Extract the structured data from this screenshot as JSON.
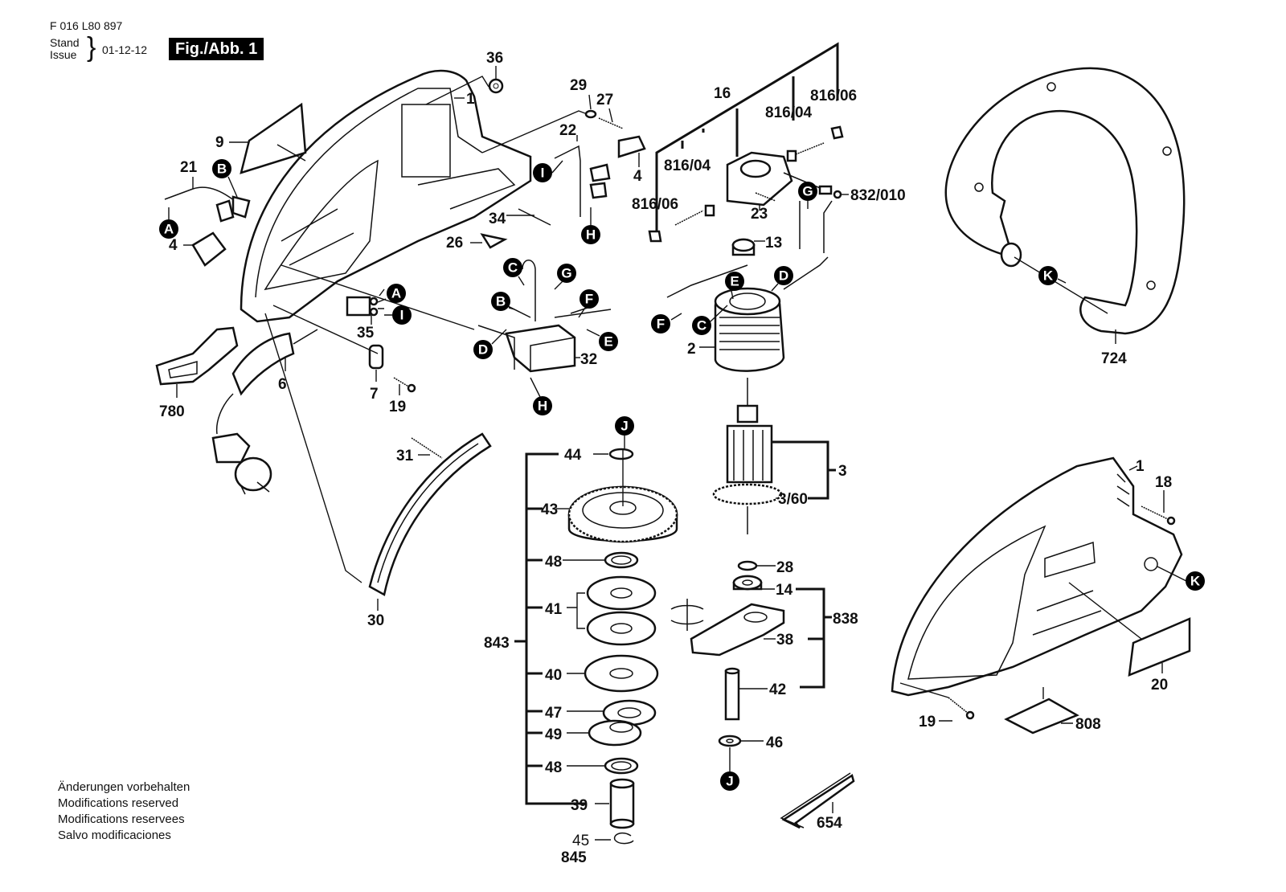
{
  "header": {
    "doc_code": "F 016 L80 897",
    "stand_label": "Stand",
    "issue_label": "Issue",
    "date": "01-12-12",
    "figure_label": "Fig./Abb. 1"
  },
  "notes": [
    "Änderungen vorbehalten",
    "Modifications reserved",
    "Modifications reservees",
    "Salvo modificaciones"
  ],
  "part_labels": {
    "p1a": "1",
    "p1b": "1",
    "p2": "2",
    "p3": "3",
    "p3_60": "3/60",
    "p4a": "4",
    "p4b": "4",
    "p6": "6",
    "p7": "7",
    "p9": "9",
    "p13": "13",
    "p14": "14",
    "p16": "16",
    "p18": "18",
    "p19a": "19",
    "p19b": "19",
    "p20": "20",
    "p21": "21",
    "p22": "22",
    "p23": "23",
    "p26": "26",
    "p27": "27",
    "p28": "28",
    "p29": "29",
    "p30": "30",
    "p31": "31",
    "p32": "32",
    "p34": "34",
    "p35": "35",
    "p36": "36",
    "p38": "38",
    "p39": "39",
    "p40": "40",
    "p41": "41",
    "p42": "42",
    "p43": "43",
    "p44": "44",
    "p45": "45",
    "p46": "46",
    "p47": "47",
    "p48a": "48",
    "p48b": "48",
    "p49": "49",
    "p654": "654",
    "p724": "724",
    "p780": "780",
    "p808": "808",
    "p816_04a": "816/04",
    "p816_04b": "816/04",
    "p816_06a": "816/06",
    "p816_06b": "816/06",
    "p832_010": "832/010",
    "p838": "838",
    "p843": "843",
    "p845": "845"
  },
  "connector_refs": {
    "A1": "A",
    "A2": "A",
    "B1": "B",
    "B2": "B",
    "C1": "C",
    "C2": "C",
    "D1": "D",
    "D2": "D",
    "E1": "E",
    "E2": "E",
    "F1": "F",
    "F2": "F",
    "G1": "G",
    "G2": "G",
    "H1": "H",
    "H2": "H",
    "I1": "I",
    "I2": "I",
    "J1": "J",
    "J2": "J",
    "K1": "K",
    "K2": "K"
  }
}
